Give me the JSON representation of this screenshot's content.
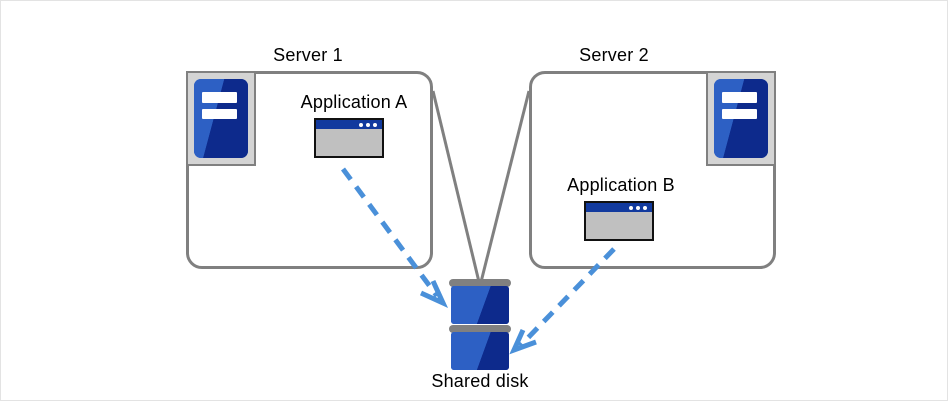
{
  "diagram": {
    "title_bar_present": false,
    "background_color": "#ffffff",
    "border_color": "#e3e3e3",
    "colors": {
      "outline_gray": "#808080",
      "icon_blue_light": "#2d60c4",
      "icon_blue_dark": "#0d2a8c",
      "icon_frame_gray": "#d4d4d4",
      "window_body_gray": "#c0c0c0",
      "window_titlebar_blue": "#123a9e",
      "arrow_blue": "#4a90d9",
      "text_black": "#000000"
    },
    "servers": [
      {
        "name": "server-1",
        "title": "Server 1",
        "application_label": "Application  A",
        "icon_name": "server-icon",
        "window_icon_name": "application-window-icon"
      },
      {
        "name": "server-2",
        "title": "Server 2",
        "application_label": "Application  B",
        "icon_name": "server-icon",
        "window_icon_name": "application-window-icon"
      }
    ],
    "storage": {
      "label": "Shared disk",
      "icon_name": "shared-disk-icon",
      "unit_count": 2
    },
    "connections": [
      {
        "name": "server1-to-disk-link",
        "style": "solid",
        "color": "#808080",
        "from": "Server 1",
        "to": "Shared disk"
      },
      {
        "name": "server2-to-disk-link",
        "style": "solid",
        "color": "#808080",
        "from": "Server 2",
        "to": "Shared disk"
      },
      {
        "name": "application-a-access-arrow",
        "style": "dashed",
        "color": "#4a90d9",
        "from": "Application  A",
        "to": "Shared disk"
      },
      {
        "name": "application-b-access-arrow",
        "style": "dashed",
        "color": "#4a90d9",
        "from": "Application  B",
        "to": "Shared disk"
      }
    ]
  }
}
